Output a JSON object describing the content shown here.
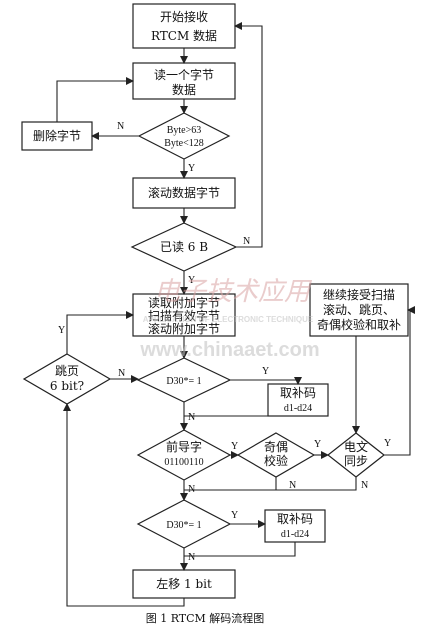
{
  "nodes": {
    "start": [
      "开始接收",
      "RTCM 数据"
    ],
    "read_byte": [
      "读一个字节",
      "数据"
    ],
    "check_range": [
      "Byte>63",
      "Byte<128"
    ],
    "delete_byte": [
      "删除字节"
    ],
    "roll_byte": [
      "滚动数据字节"
    ],
    "read6": [
      "已读 6 B"
    ],
    "read_append": [
      "读取附加字节",
      "扫描有效字节",
      "滚动附加字节"
    ],
    "skip6": [
      "跳页",
      "6 bit?"
    ],
    "d30_1": [
      "D30*= 1"
    ],
    "complement_1": [
      "取补码",
      "d1-d24"
    ],
    "preamble": [
      "前导字",
      "01100110"
    ],
    "parity": [
      "奇偶",
      "校验"
    ],
    "sync": [
      "电文",
      "同步"
    ],
    "continue": [
      "继续接受扫描",
      "滚动、跳页、",
      "奇偶校验和取补"
    ],
    "d30_2": [
      "D30*= 1"
    ],
    "complement_2": [
      "取补码",
      "d1-d24"
    ],
    "shift": [
      "左移 1 bit"
    ]
  },
  "labels": {
    "Y": "Y",
    "N": "N"
  },
  "caption": "图 1 RTCM 解码流程图",
  "watermark": {
    "cn": "电子技术应用",
    "en": "APPLICATION OF ELECTRONIC TECHNIQUE",
    "url": "www.chinaaet.com"
  }
}
